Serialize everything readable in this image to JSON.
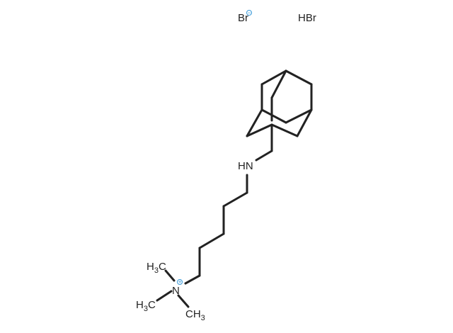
{
  "bromide_ion": {
    "symbol": "Br",
    "charge": "−"
  },
  "counter_acid": "HBr",
  "amine": {
    "label": "HN"
  },
  "ammonium": {
    "symbol": "N",
    "charge": "+"
  },
  "methyls": [
    {
      "h": "H",
      "n": "3",
      "c": "C"
    },
    {
      "h": "H",
      "n": "3",
      "c": "C"
    },
    {
      "c": "CH",
      "n": "3"
    }
  ],
  "colors": {
    "bond": "#222222",
    "charge": "#3a9ad9"
  }
}
